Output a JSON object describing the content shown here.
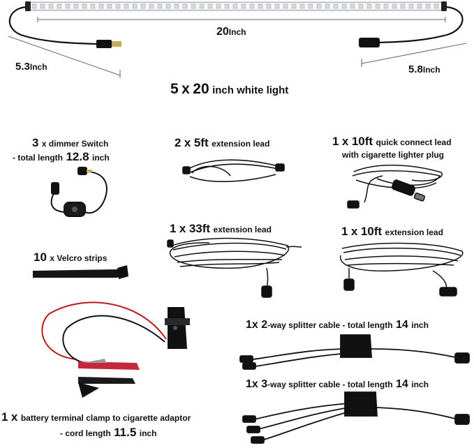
{
  "strip": {
    "length_value": "20",
    "length_unit": "Inch",
    "left_lead_value": "5.3",
    "left_lead_unit": "Inch",
    "right_lead_value": "5.8",
    "right_lead_unit": "Inch",
    "title_count": "5",
    "title_x": "x",
    "title_size": "20",
    "title_rest": "inch white light"
  },
  "dimmer": {
    "count": "3",
    "line1_rest": "x dimmer Switch",
    "line2_prefix": "- total length",
    "length": "12.8",
    "unit": "inch"
  },
  "ext5": {
    "count": "2",
    "x": "x",
    "size": "5ft",
    "rest": "extension lead"
  },
  "quick": {
    "count": "1",
    "x": "x",
    "size": "10ft",
    "rest": "quick connect lead",
    "line2": "with cigarette lighter plug"
  },
  "ext33": {
    "count": "1",
    "x": "x",
    "size": "33ft",
    "rest": "extension lead"
  },
  "ext10": {
    "count": "1",
    "x": "x",
    "size": "10ft",
    "rest": "extension lead"
  },
  "velcro": {
    "count": "10",
    "rest": "x Velcro strips"
  },
  "split2": {
    "prefix": "1x",
    "num": "2",
    "rest": "-way splitter cable - total length",
    "length": "14",
    "unit": "inch"
  },
  "split3": {
    "prefix": "1x",
    "num": "3",
    "rest": "-way splitter cable - total length",
    "length": "14",
    "unit": "inch"
  },
  "clamp": {
    "count": "1",
    "x": "x",
    "rest": "battery terminal clamp to cigarette adaptor",
    "line2_prefix": "- cord length",
    "length": "11.5",
    "unit": "inch"
  }
}
